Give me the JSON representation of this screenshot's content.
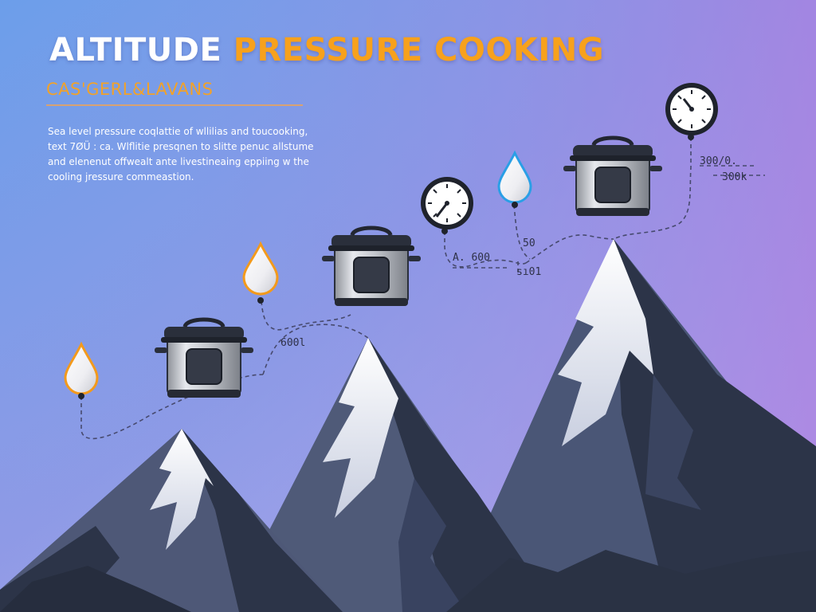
{
  "title": {
    "part1": "ALTITUDE",
    "part2": "PRESSURE COOKING"
  },
  "subtitle": "CAS'GERL&LAVANS",
  "body_lines": [
    "Sea level pressure coqlattie of wllilias and toucooking,",
    "text 7ØÜ : ca. Wlflitie presqnen to slitte penuc allstume",
    "and elenenut offwealt ante livestineaing eppiing w the",
    "cooling jressure commeastion."
  ],
  "labels": {
    "low": "600l",
    "mid_top": "50",
    "mid": "A. 600",
    "mid_bottom": "sı01",
    "high_top": "300/0.",
    "high_bottom": "300k"
  },
  "colors": {
    "sky_left": "#6f9ee8",
    "sky_right": "#a27fe0",
    "mountain_dark": "#2c3448",
    "mountain_mid": "#4f5a78",
    "title_accent": "#f7a11c",
    "drop_orange": "#f39a1c",
    "drop_blue": "#2a9fe6"
  }
}
